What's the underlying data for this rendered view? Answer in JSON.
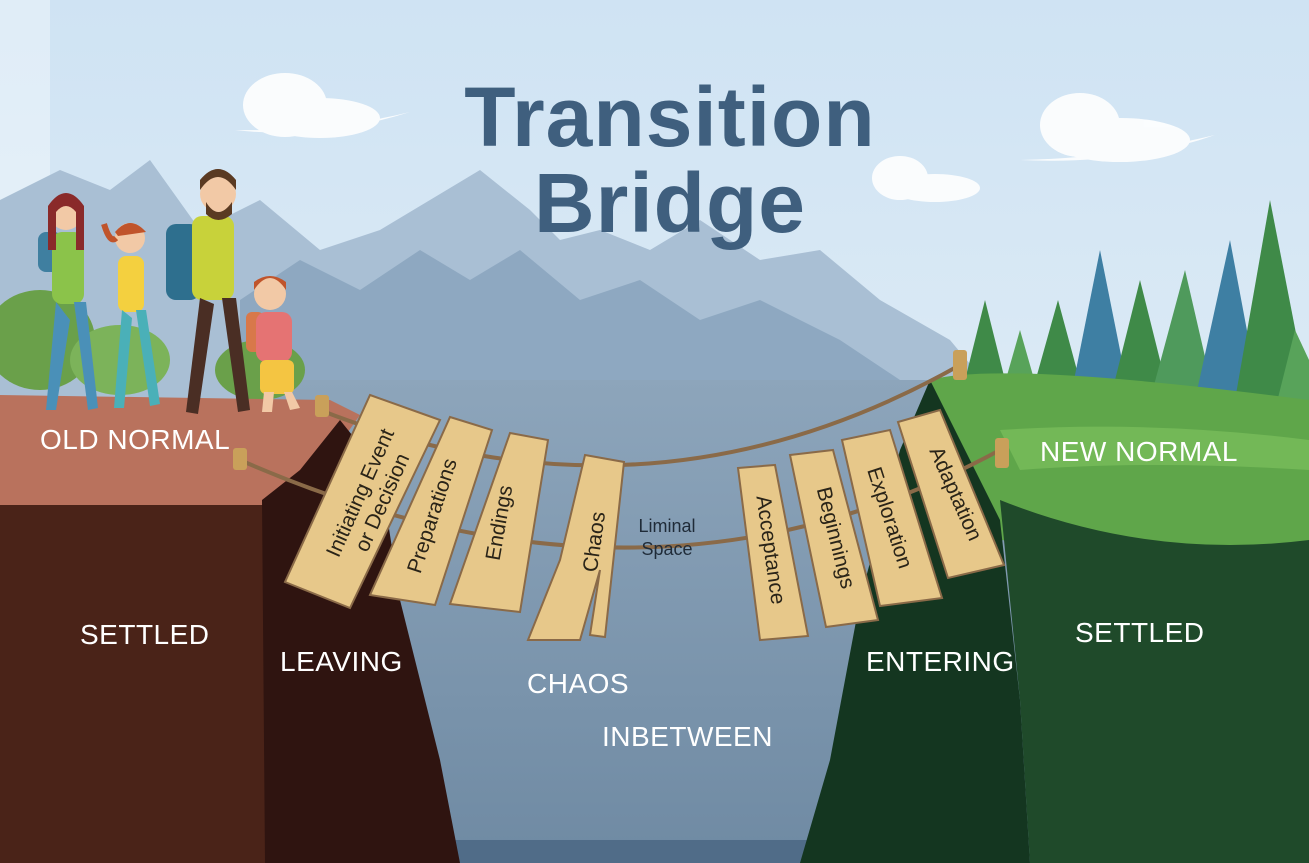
{
  "title": {
    "line1": "Transition",
    "line2": "Bridge"
  },
  "sides": {
    "old_normal": "OLD NORMAL",
    "new_normal": "NEW NORMAL"
  },
  "zones": {
    "settled_left": "SETTLED",
    "leaving": "LEAVING",
    "chaos": "CHAOS",
    "inbetween": "INBETWEEN",
    "entering": "ENTERING",
    "settled_right": "SETTLED"
  },
  "planks": {
    "initiating": {
      "line1": "Initiating Event",
      "line2": "or Decision"
    },
    "preparations": "Preparations",
    "endings": "Endings",
    "chaos": "Chaos",
    "acceptance": "Acceptance",
    "beginnings": "Beginnings",
    "exploration": "Exploration",
    "adaptation": "Adaptation"
  },
  "liminal": {
    "line1": "Liminal",
    "line2": "Space"
  },
  "colors": {
    "sky_top": "#c9e0f2",
    "title": "#3f5f7e",
    "cliff_left": "#4a2318",
    "cliff_right": "#1f4a2a",
    "grass_right": "#5fa64a",
    "plank": "#e7c88a"
  }
}
